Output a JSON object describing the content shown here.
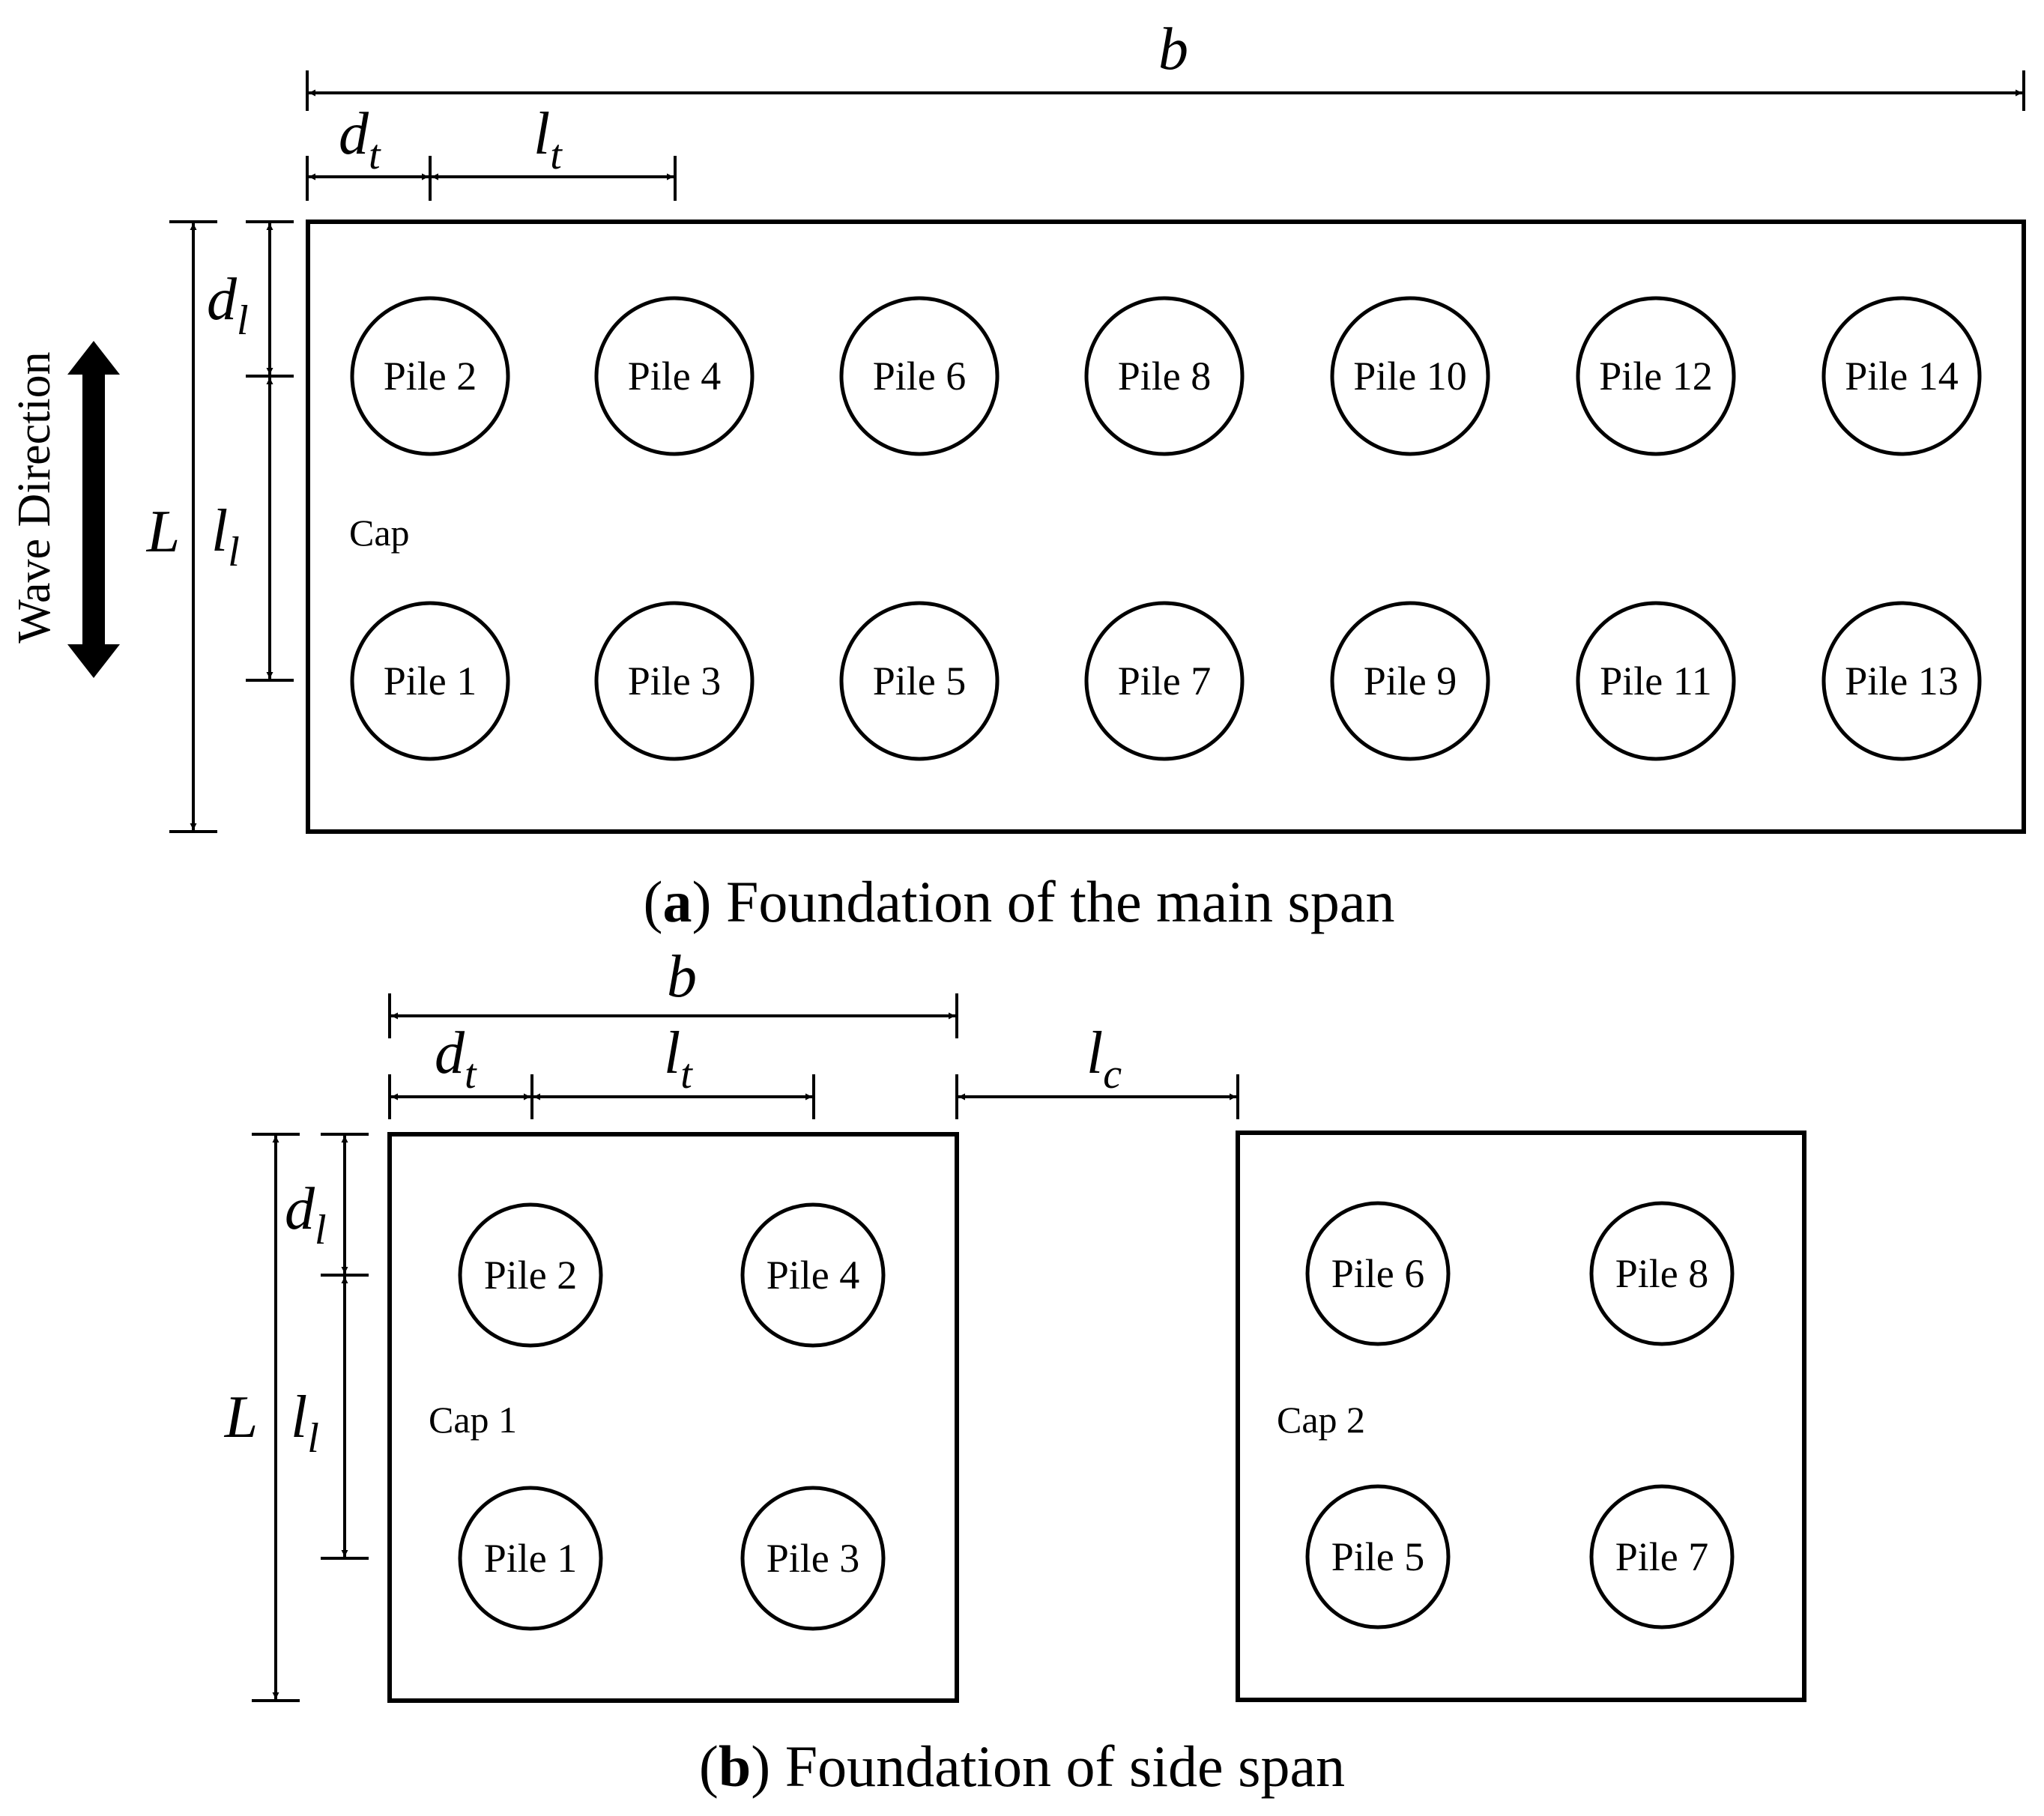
{
  "panel_a": {
    "caption_letter": "a",
    "caption_text": " Foundation of the main span",
    "cap_label": "Cap",
    "dims": {
      "b": "b",
      "dt": "d",
      "dt_sub": "t",
      "lt": "l",
      "lt_sub": "t",
      "dl": "d",
      "dl_sub": "l",
      "ll": "l",
      "ll_sub": "l",
      "L": "L"
    },
    "piles": {
      "top": [
        "Pile 2",
        "Pile 4",
        "Pile 6",
        "Pile 8",
        "Pile 10",
        "Pile 12",
        "Pile 14"
      ],
      "bottom": [
        "Pile 1",
        "Pile 3",
        "Pile 5",
        "Pile 7",
        "Pile 9",
        "Pile 11",
        "Pile 13"
      ]
    }
  },
  "panel_b": {
    "caption_letter": "b",
    "caption_text": " Foundation of side span",
    "dims": {
      "b": "b",
      "dt": "d",
      "dt_sub": "t",
      "lt": "l",
      "lt_sub": "t",
      "lc": "l",
      "lc_sub": "c",
      "dl": "d",
      "dl_sub": "l",
      "ll": "l",
      "ll_sub": "l",
      "L": "L"
    },
    "cap1": {
      "label": "Cap 1",
      "piles": {
        "top": [
          "Pile 2",
          "Pile 4"
        ],
        "bottom": [
          "Pile 1",
          "Pile 3"
        ]
      }
    },
    "cap2": {
      "label": "Cap 2",
      "piles": {
        "top": [
          "Pile 6",
          "Pile 8"
        ],
        "bottom": [
          "Pile 5",
          "Pile 7"
        ]
      }
    }
  },
  "wave_direction_label": "Wave Direction"
}
